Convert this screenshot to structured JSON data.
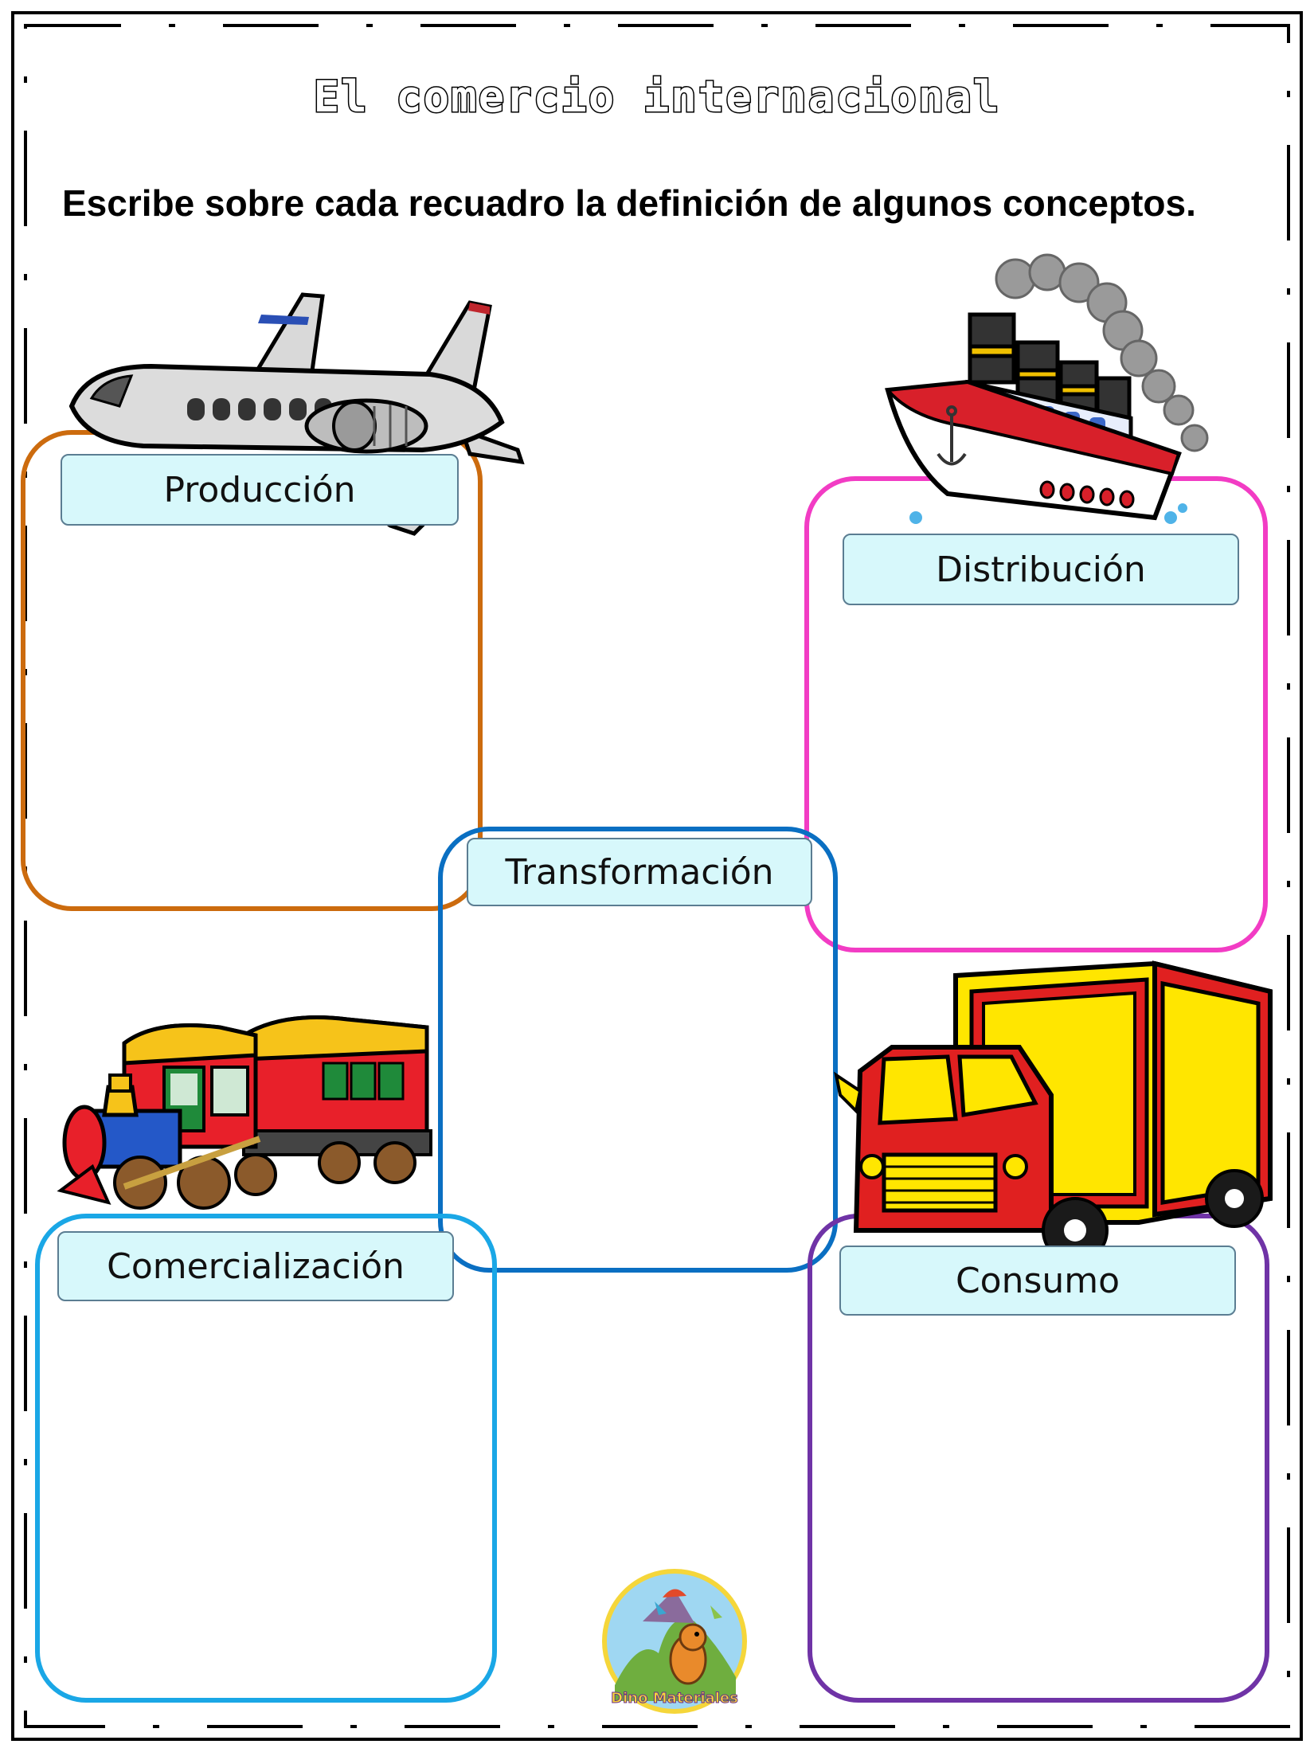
{
  "title": "El comercio internacional",
  "instruction": "Escribe sobre cada recuadro la definición de algunos conceptos.",
  "boxes": {
    "produccion": {
      "label": "Producción",
      "color": "#cc6b0e"
    },
    "distribucion": {
      "label": "Distribución",
      "color": "#f23cc4"
    },
    "transformacion": {
      "label": "Transformación",
      "color": "#0a6fc2"
    },
    "comercializacion": {
      "label": "Comercialización",
      "color": "#1aa7e6"
    },
    "consumo": {
      "label": "Consumo",
      "color": "#6f33a6"
    }
  },
  "icons": {
    "airplane": "airplane-icon",
    "ship": "ship-icon",
    "train": "train-icon",
    "truck": "truck-icon",
    "logo": "dino-materiales-logo"
  },
  "logo_text": "Dino Materiales"
}
